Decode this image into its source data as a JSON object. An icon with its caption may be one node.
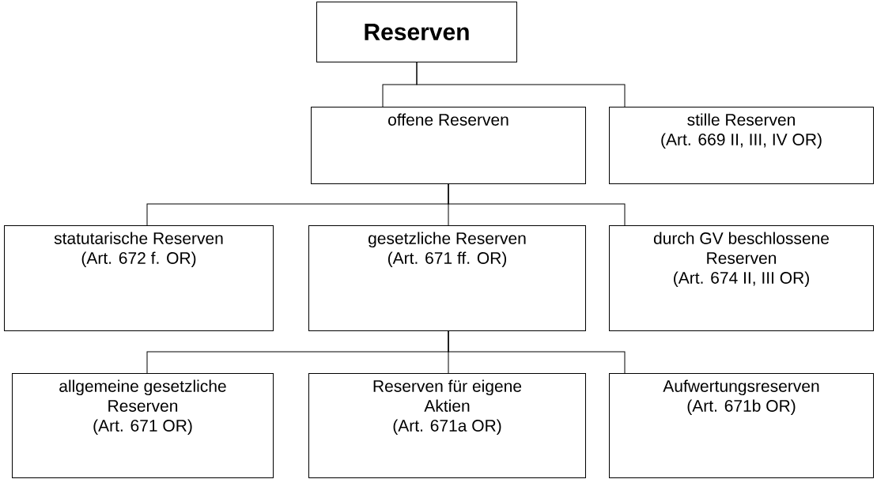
{
  "diagram": {
    "nodes": [
      {
        "text": [
          "Reserven"
        ]
      },
      {
        "text": [
          "offene Reserven"
        ]
      },
      {
        "text": [
          "stille Reserven",
          "(Art. 669 II, III, IV OR)"
        ]
      },
      {
        "text": [
          "statutarische Reserven",
          "(Art. 672 f. OR)"
        ]
      },
      {
        "text": [
          "gesetzliche Reserven",
          "(Art. 671 ff. OR)"
        ]
      },
      {
        "text": [
          "durch GV beschlossene Reserven",
          "(Art. 674 II, III OR)"
        ]
      },
      {
        "text": [
          "allgemeine gesetzliche Reserven",
          "(Art. 671 OR)"
        ]
      },
      {
        "text": [
          "Reserven für eigene Aktien",
          "(Art. 671a OR)"
        ]
      },
      {
        "text": [
          "Aufwertungsreserven",
          "(Art. 671b OR)"
        ]
      }
    ],
    "edges": [
      {
        "from": 0,
        "to": 1,
        "arrow": "none"
      },
      {
        "from": 0,
        "to": 2,
        "arrow": "none"
      },
      {
        "from": 1,
        "to": 3,
        "arrow": "none"
      },
      {
        "from": 1,
        "to": 4,
        "arrow": "none"
      },
      {
        "from": 1,
        "to": 5,
        "arrow": "none"
      },
      {
        "from": 4,
        "to": 6,
        "arrow": "none"
      },
      {
        "from": 4,
        "to": 7,
        "arrow": "none"
      },
      {
        "from": 4,
        "to": 8,
        "arrow": "none"
      }
    ]
  }
}
